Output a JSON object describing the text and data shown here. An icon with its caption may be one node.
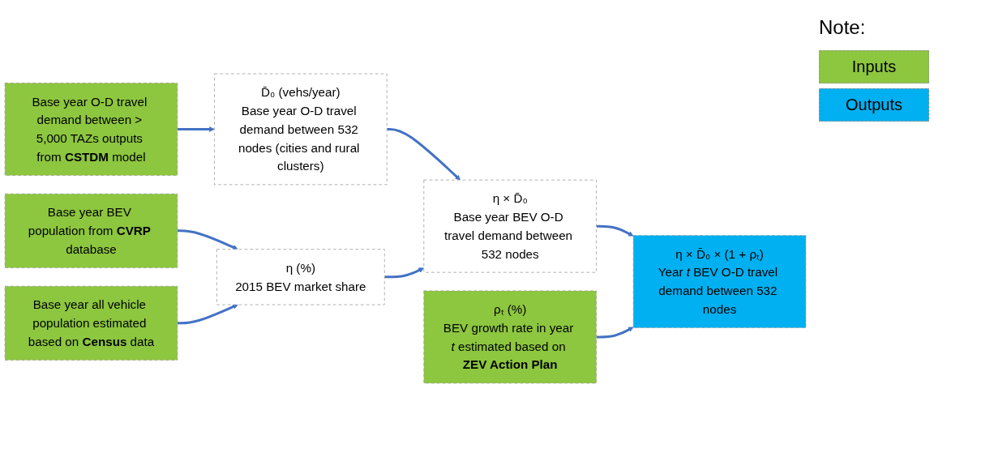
{
  "diagram": {
    "nodes": [
      {
        "text": [
          "Base year O-D travel demand between > 5,000 TAZs outputs from **CSTDM** model"
        ]
      },
      {
        "text": [
          "Base year BEV population from **CVRP** database"
        ]
      },
      {
        "text": [
          "Base year all vehicle population estimated based on **Census** data"
        ]
      },
      {
        "text": [
          "D̄₀ (vehs/year)",
          "Base year O-D travel demand between 532 nodes (cities and rural clusters)"
        ]
      },
      {
        "text": [
          "η (%)",
          "2015 BEV market share"
        ]
      },
      {
        "text": [
          "η × D̄₀",
          "Base year BEV O-D travel demand between 532 nodes"
        ]
      },
      {
        "text": [
          "ρₜ (%)",
          "BEV growth rate in year *t* estimated based on **ZEV Action Plan**"
        ]
      },
      {
        "text": [
          "η × D̄₀ × (1 + ρₜ)",
          "Year *t* BEV O-D travel demand between 532 nodes"
        ]
      }
    ],
    "edges": [
      {
        "from": 0,
        "to": 3,
        "arrow": "to"
      },
      {
        "from": 1,
        "to": 4,
        "arrow": "to"
      },
      {
        "from": 2,
        "to": 4,
        "arrow": "to"
      },
      {
        "from": 3,
        "to": 5,
        "arrow": "to"
      },
      {
        "from": 4,
        "to": 5,
        "arrow": "to"
      },
      {
        "from": 5,
        "to": 7,
        "arrow": "to"
      },
      {
        "from": 6,
        "to": 7,
        "arrow": "to"
      }
    ],
    "labels": [
      "Note:"
    ],
    "legend": [
      {
        "text": "Inputs",
        "color": "#8dc63f"
      },
      {
        "text": "Outputs",
        "color": "#00b0f0"
      }
    ]
  }
}
